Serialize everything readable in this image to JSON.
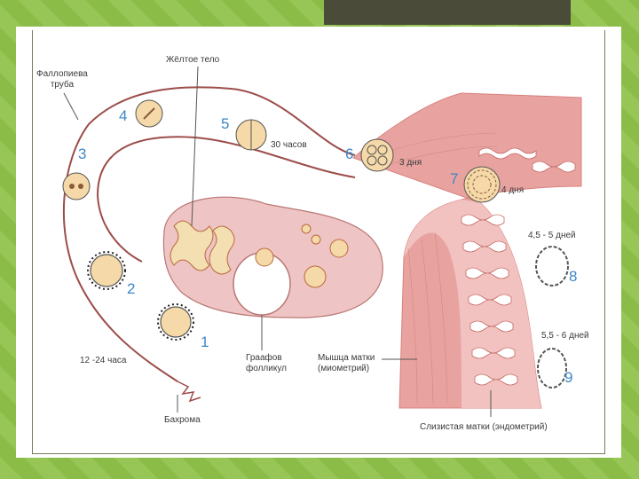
{
  "labels": {
    "corpus_luteum": "Жёлтое тело",
    "fallopian_tube": "Фаллопиева\nтруба",
    "hours_30": "30 часов",
    "days_3": "3 дня",
    "days_4": "4 дня",
    "days_45_5": "4,5 - 5 дней",
    "days_55_6": "5,5 - 6 дней",
    "hours_12_24": "12 -24 часа",
    "graafian_follicle": "Граафов\nфолликул",
    "myometrium": "Мышца матки\n(миометрий)",
    "fimbria": "Бахрома",
    "endometrium": "Слизистая матки (эндометрий)"
  },
  "stage_numbers": [
    "1",
    "2",
    "3",
    "4",
    "5",
    "6",
    "7",
    "8",
    "9"
  ],
  "colors": {
    "background": "#8fc24a",
    "uterus_wall": "#e8a3a0",
    "ovary": "#efc4c4",
    "label_text": "#3a3a3a",
    "stage_number": "#3d86c8"
  }
}
